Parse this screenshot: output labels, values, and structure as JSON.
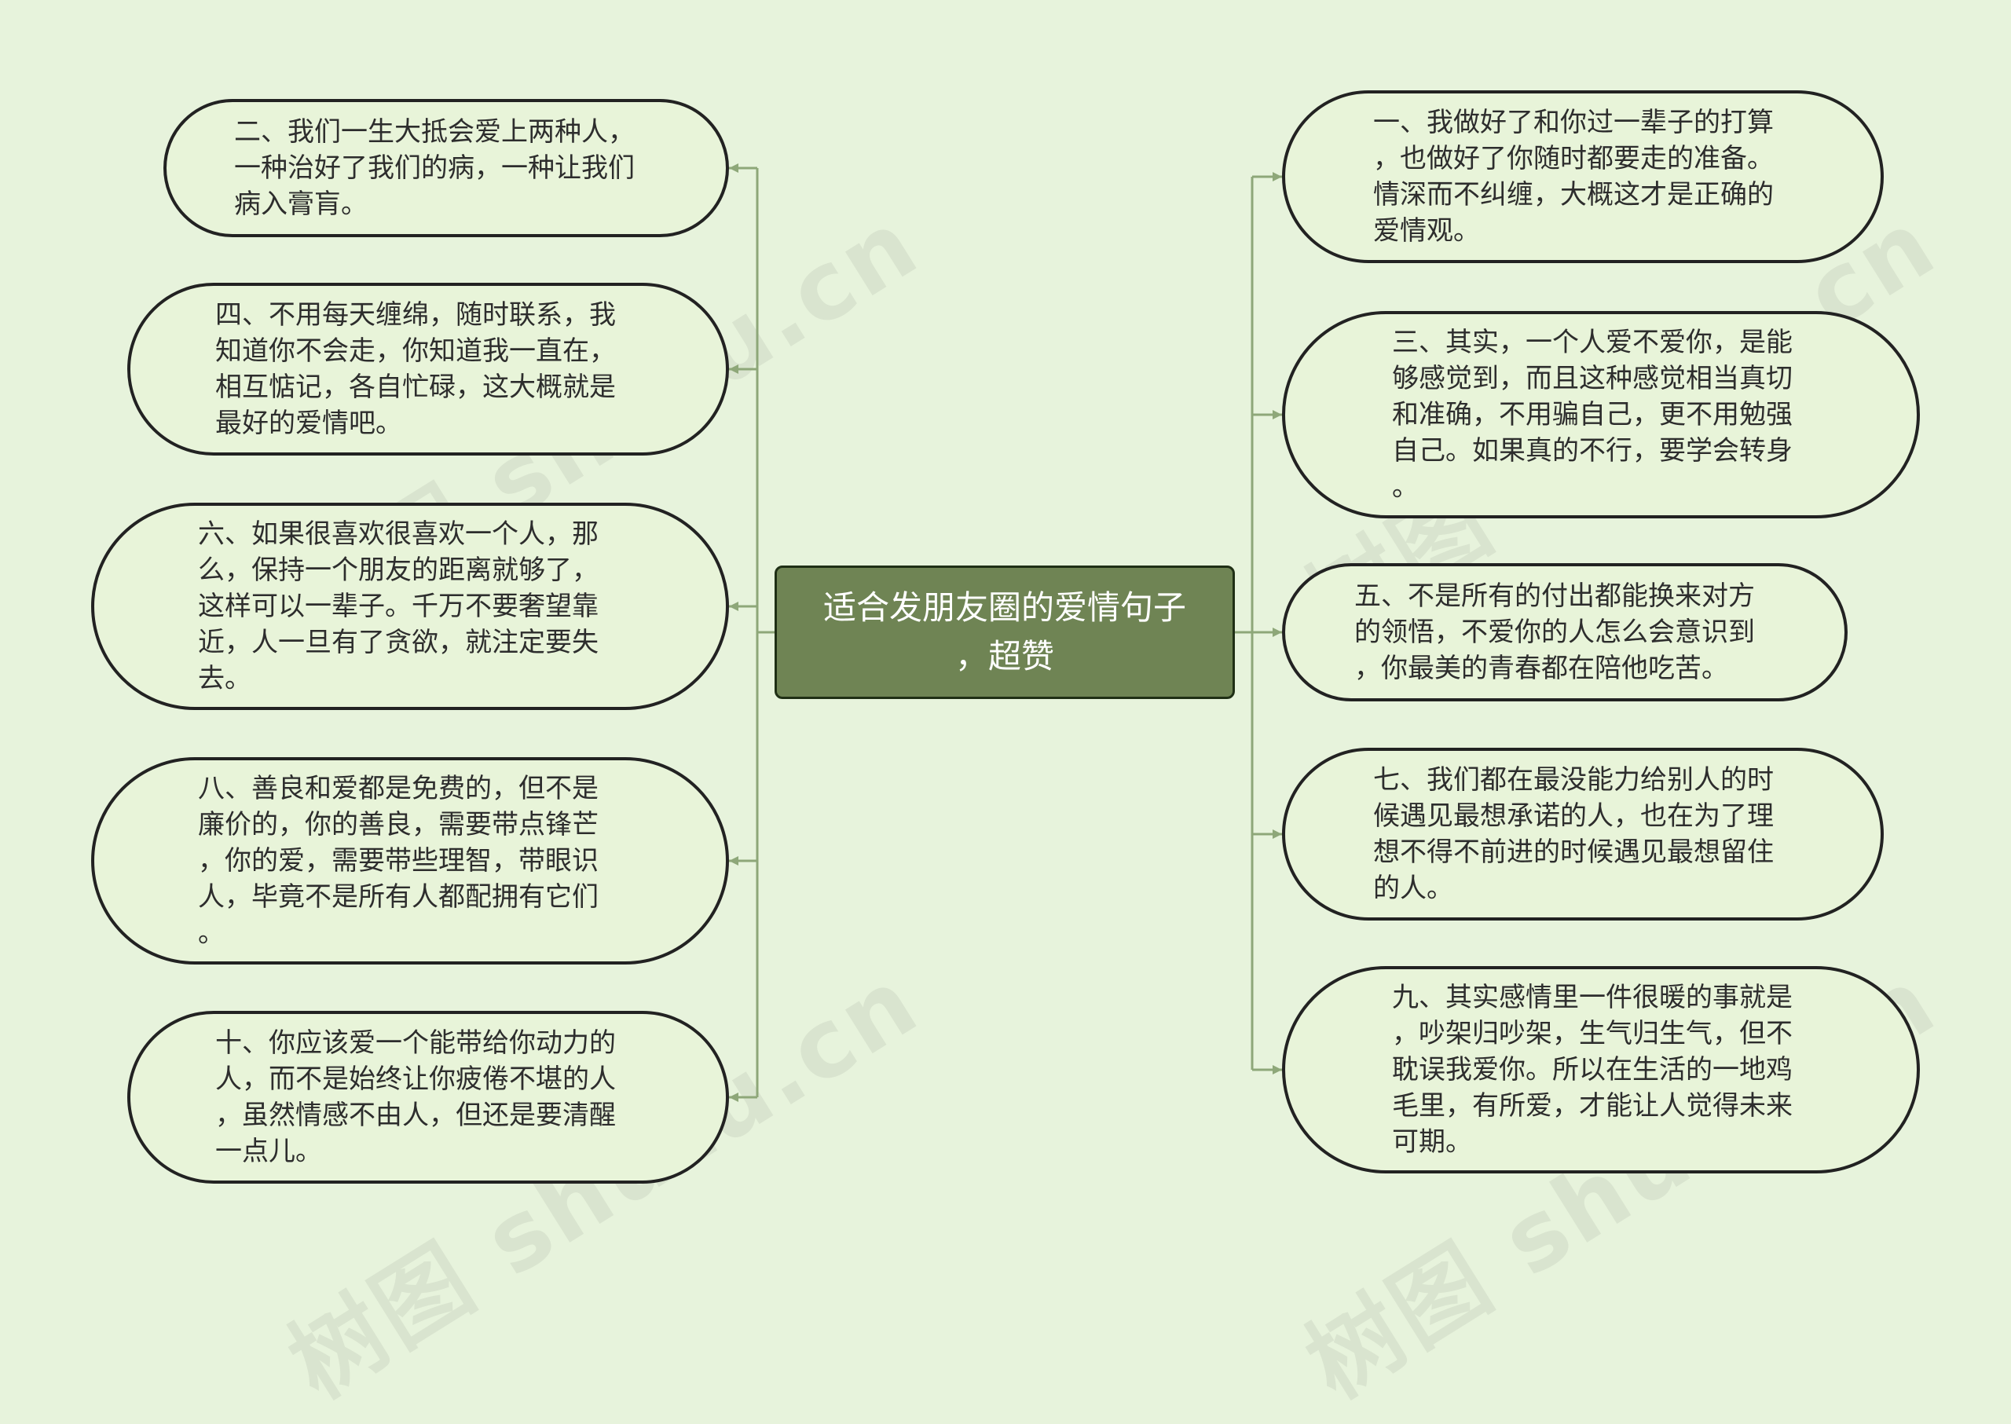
{
  "watermark": "树图 shutu.cn",
  "center": {
    "title": "适合发朋友圈的爱情句子\n，超赞"
  },
  "left_nodes": [
    "二、我们一生大抵会爱上两种人，\n一种治好了我们的病，一种让我们\n病入膏肓。",
    "四、不用每天缠绵，随时联系，我\n知道你不会走，你知道我一直在，\n相互惦记，各自忙碌，这大概就是\n最好的爱情吧。",
    "六、如果很喜欢很喜欢一个人，那\n么，保持一个朋友的距离就够了，\n这样可以一辈子。千万不要奢望靠\n近，人一旦有了贪欲，就注定要失\n去。",
    "八、善良和爱都是免费的，但不是\n廉价的，你的善良，需要带点锋芒\n，你的爱，需要带些理智，带眼识\n人，毕竟不是所有人都配拥有它们\n。",
    "十、你应该爱一个能带给你动力的\n人，而不是始终让你疲倦不堪的人\n，虽然情感不由人，但还是要清醒\n一点儿。"
  ],
  "right_nodes": [
    "一、我做好了和你过一辈子的打算\n，也做好了你随时都要走的准备。\n情深而不纠缠，大概这才是正确的\n爱情观。",
    "三、其实，一个人爱不爱你，是能\n够感觉到，而且这种感觉相当真切\n和准确，不用骗自己，更不用勉强\n自己。如果真的不行，要学会转身\n。",
    "五、不是所有的付出都能换来对方\n的领悟，不爱你的人怎么会意识到\n，你最美的青春都在陪他吃苦。",
    "七、我们都在最没能力给别人的时\n候遇见最想承诺的人，也在为了理\n想不得不前进的时候遇见最想留住\n的人。",
    "九、其实感情里一件很暖的事就是\n，吵架归吵架，生气归生气，但不\n耽误我爱你。所以在生活的一地鸡\n毛里，有所爱，才能让人觉得未来\n可期。"
  ],
  "colors": {
    "background": "#e7f3dc",
    "center_fill": "#6f8454",
    "center_border": "#1f2f15",
    "connector": "#8ea779",
    "node_border": "#222222"
  }
}
